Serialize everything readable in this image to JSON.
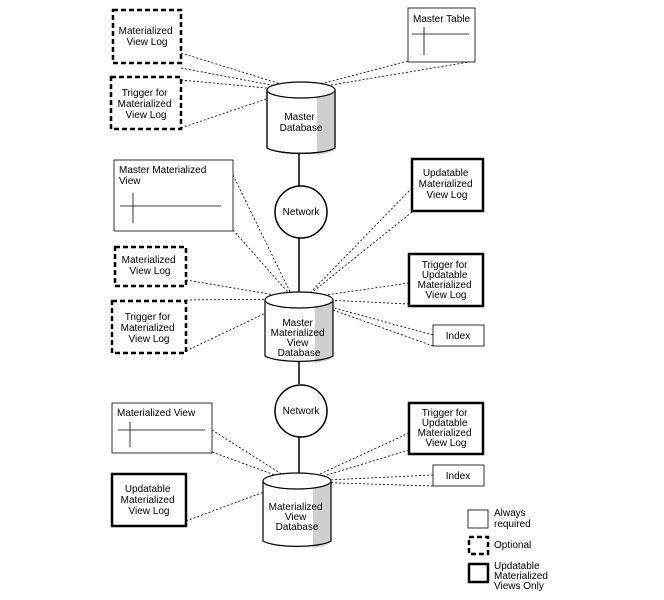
{
  "boxes": {
    "mv_log_top": [
      "Materialized",
      "View Log"
    ],
    "trigger_mv_log_top": [
      "Trigger for",
      "Materialized",
      "View Log"
    ],
    "master_table": [
      "Master Table"
    ],
    "master_mv": [
      "Master Materialized",
      "View"
    ],
    "updatable_mv_log_mid": [
      "Updatable",
      "Materialized",
      "View Log"
    ],
    "mv_log_mid": [
      "Materialized",
      "View Log"
    ],
    "trigger_updatable_mid": [
      "Trigger for",
      "Updatable",
      "Materialized",
      "View Log"
    ],
    "trigger_mv_log_mid": [
      "Trigger for",
      "Materialized",
      "View Log"
    ],
    "index_mid": [
      "Index"
    ],
    "materialized_view": [
      "Materialized View"
    ],
    "trigger_updatable_bot": [
      "Trigger for",
      "Updatable",
      "Materialized",
      "View Log"
    ],
    "index_bot": [
      "Index"
    ],
    "updatable_mv_log_bot": [
      "Updatable",
      "Materialized",
      "View Log"
    ]
  },
  "databases": {
    "master": [
      "Master",
      "Database"
    ],
    "master_mv": [
      "Master",
      "Materialized",
      "View",
      "Database"
    ],
    "mv": [
      "Materialized",
      "View",
      "Database"
    ]
  },
  "networks": {
    "upper": "Network",
    "lower": "Network"
  },
  "legend": {
    "always": [
      "Always",
      "required"
    ],
    "optional": [
      "Optional"
    ],
    "updatable": [
      "Updatable",
      "Materialized",
      "Views Only"
    ]
  }
}
